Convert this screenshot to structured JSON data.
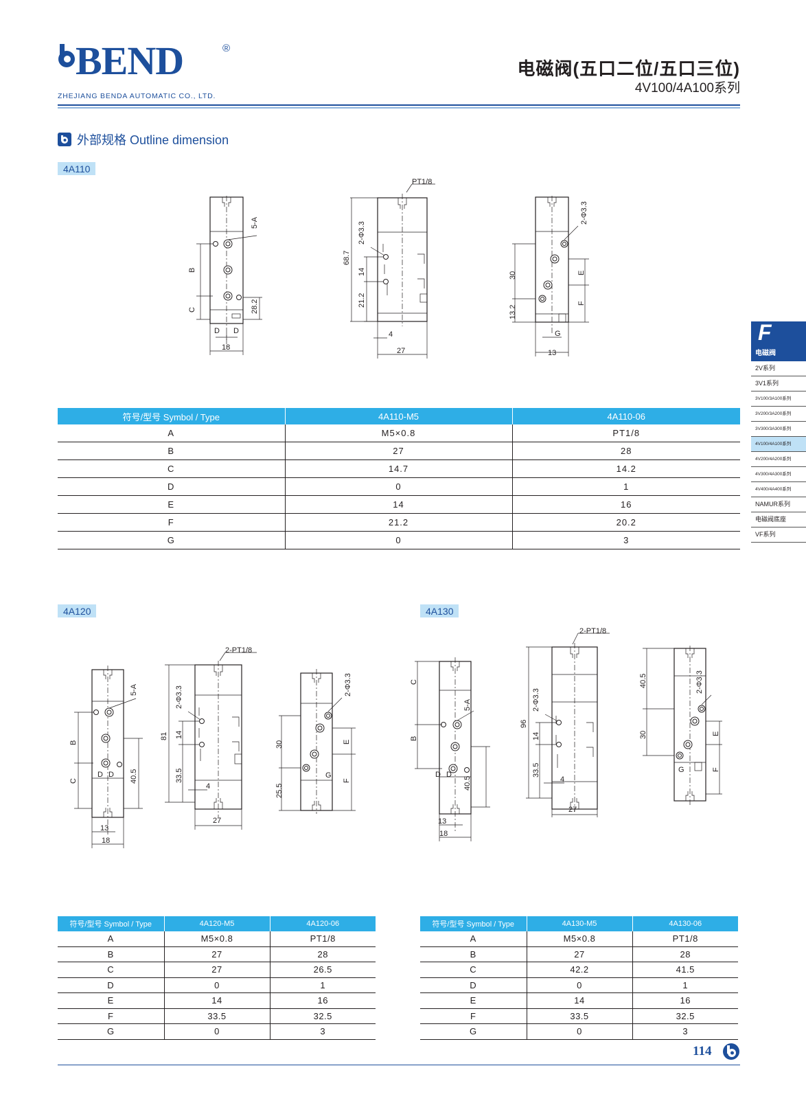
{
  "header": {
    "brand": "BEND",
    "company": "ZHEJIANG BENDA AUTOMATIC CO., LTD.",
    "title": "电磁阀(五口二位/五口三位)",
    "subtitle": "4V100/4A100系列"
  },
  "section": {
    "title": "外部规格 Outline dimension"
  },
  "side_tab": {
    "letter": "F",
    "label": "电磁阀",
    "items": [
      "2V系列",
      "3V1系列",
      "3V100/3A100系列",
      "3V200/3A200系列",
      "3V300/3A300系列",
      "4V100/4A100系列",
      "4V200/4A200系列",
      "4V300/4A300系列",
      "4V400/4A400系列",
      "NAMUR系列",
      "电磁阀底座",
      "VF系列"
    ]
  },
  "model_4a110": {
    "tag": "4A110",
    "labels": {
      "v1": [
        "5-A",
        "B",
        "C",
        "28.2",
        "D",
        "D",
        "18"
      ],
      "v2": [
        "PT1/8",
        "2-Φ3.3",
        "68.7",
        "14",
        "21.2",
        "4",
        "27"
      ],
      "v3": [
        "2-Φ3.3",
        "30",
        "13.2",
        "E",
        "F",
        "G",
        "13"
      ]
    },
    "table": {
      "headers": [
        "符号/型号  Symbol / Type",
        "4A110-M5",
        "4A110-06"
      ],
      "rows": [
        [
          "A",
          "M5×0.8",
          "PT1/8"
        ],
        [
          "B",
          "27",
          "28"
        ],
        [
          "C",
          "14.7",
          "14.2"
        ],
        [
          "D",
          "0",
          "1"
        ],
        [
          "E",
          "14",
          "16"
        ],
        [
          "F",
          "21.2",
          "20.2"
        ],
        [
          "G",
          "0",
          "3"
        ]
      ]
    }
  },
  "model_4a120": {
    "tag": "4A120",
    "labels": {
      "v1": [
        "5-A",
        "B",
        "C",
        "40.5",
        "D",
        "D",
        "13",
        "18"
      ],
      "v2": [
        "2-PT1/8",
        "2-Φ3.3",
        "81",
        "14",
        "33.5",
        "4",
        "27"
      ],
      "v3": [
        "2-Φ3.3",
        "30",
        "25.5",
        "E",
        "F",
        "G"
      ]
    },
    "table": {
      "headers": [
        "符号/型号 Symbol / Type",
        "4A120-M5",
        "4A120-06"
      ],
      "rows": [
        [
          "A",
          "M5×0.8",
          "PT1/8"
        ],
        [
          "B",
          "27",
          "28"
        ],
        [
          "C",
          "27",
          "26.5"
        ],
        [
          "D",
          "0",
          "1"
        ],
        [
          "E",
          "14",
          "16"
        ],
        [
          "F",
          "33.5",
          "32.5"
        ],
        [
          "G",
          "0",
          "3"
        ]
      ]
    }
  },
  "model_4a130": {
    "tag": "4A130",
    "labels": {
      "v1": [
        "5-A",
        "C",
        "B",
        "40.5",
        "D",
        "D",
        "13",
        "18"
      ],
      "v2": [
        "2-PT1/8",
        "2-Φ3.3",
        "96",
        "14",
        "33.5",
        "4",
        "27"
      ],
      "v3": [
        "2-Φ3.3",
        "40.5",
        "30",
        "E",
        "F",
        "G"
      ]
    },
    "table": {
      "headers": [
        "符号/型号 Symbol / Type",
        "4A130-M5",
        "4A130-06"
      ],
      "rows": [
        [
          "A",
          "M5×0.8",
          "PT1/8"
        ],
        [
          "B",
          "27",
          "28"
        ],
        [
          "C",
          "42.2",
          "41.5"
        ],
        [
          "D",
          "0",
          "1"
        ],
        [
          "E",
          "14",
          "16"
        ],
        [
          "F",
          "33.5",
          "32.5"
        ],
        [
          "G",
          "0",
          "3"
        ]
      ]
    }
  },
  "footer": {
    "page": "114"
  }
}
